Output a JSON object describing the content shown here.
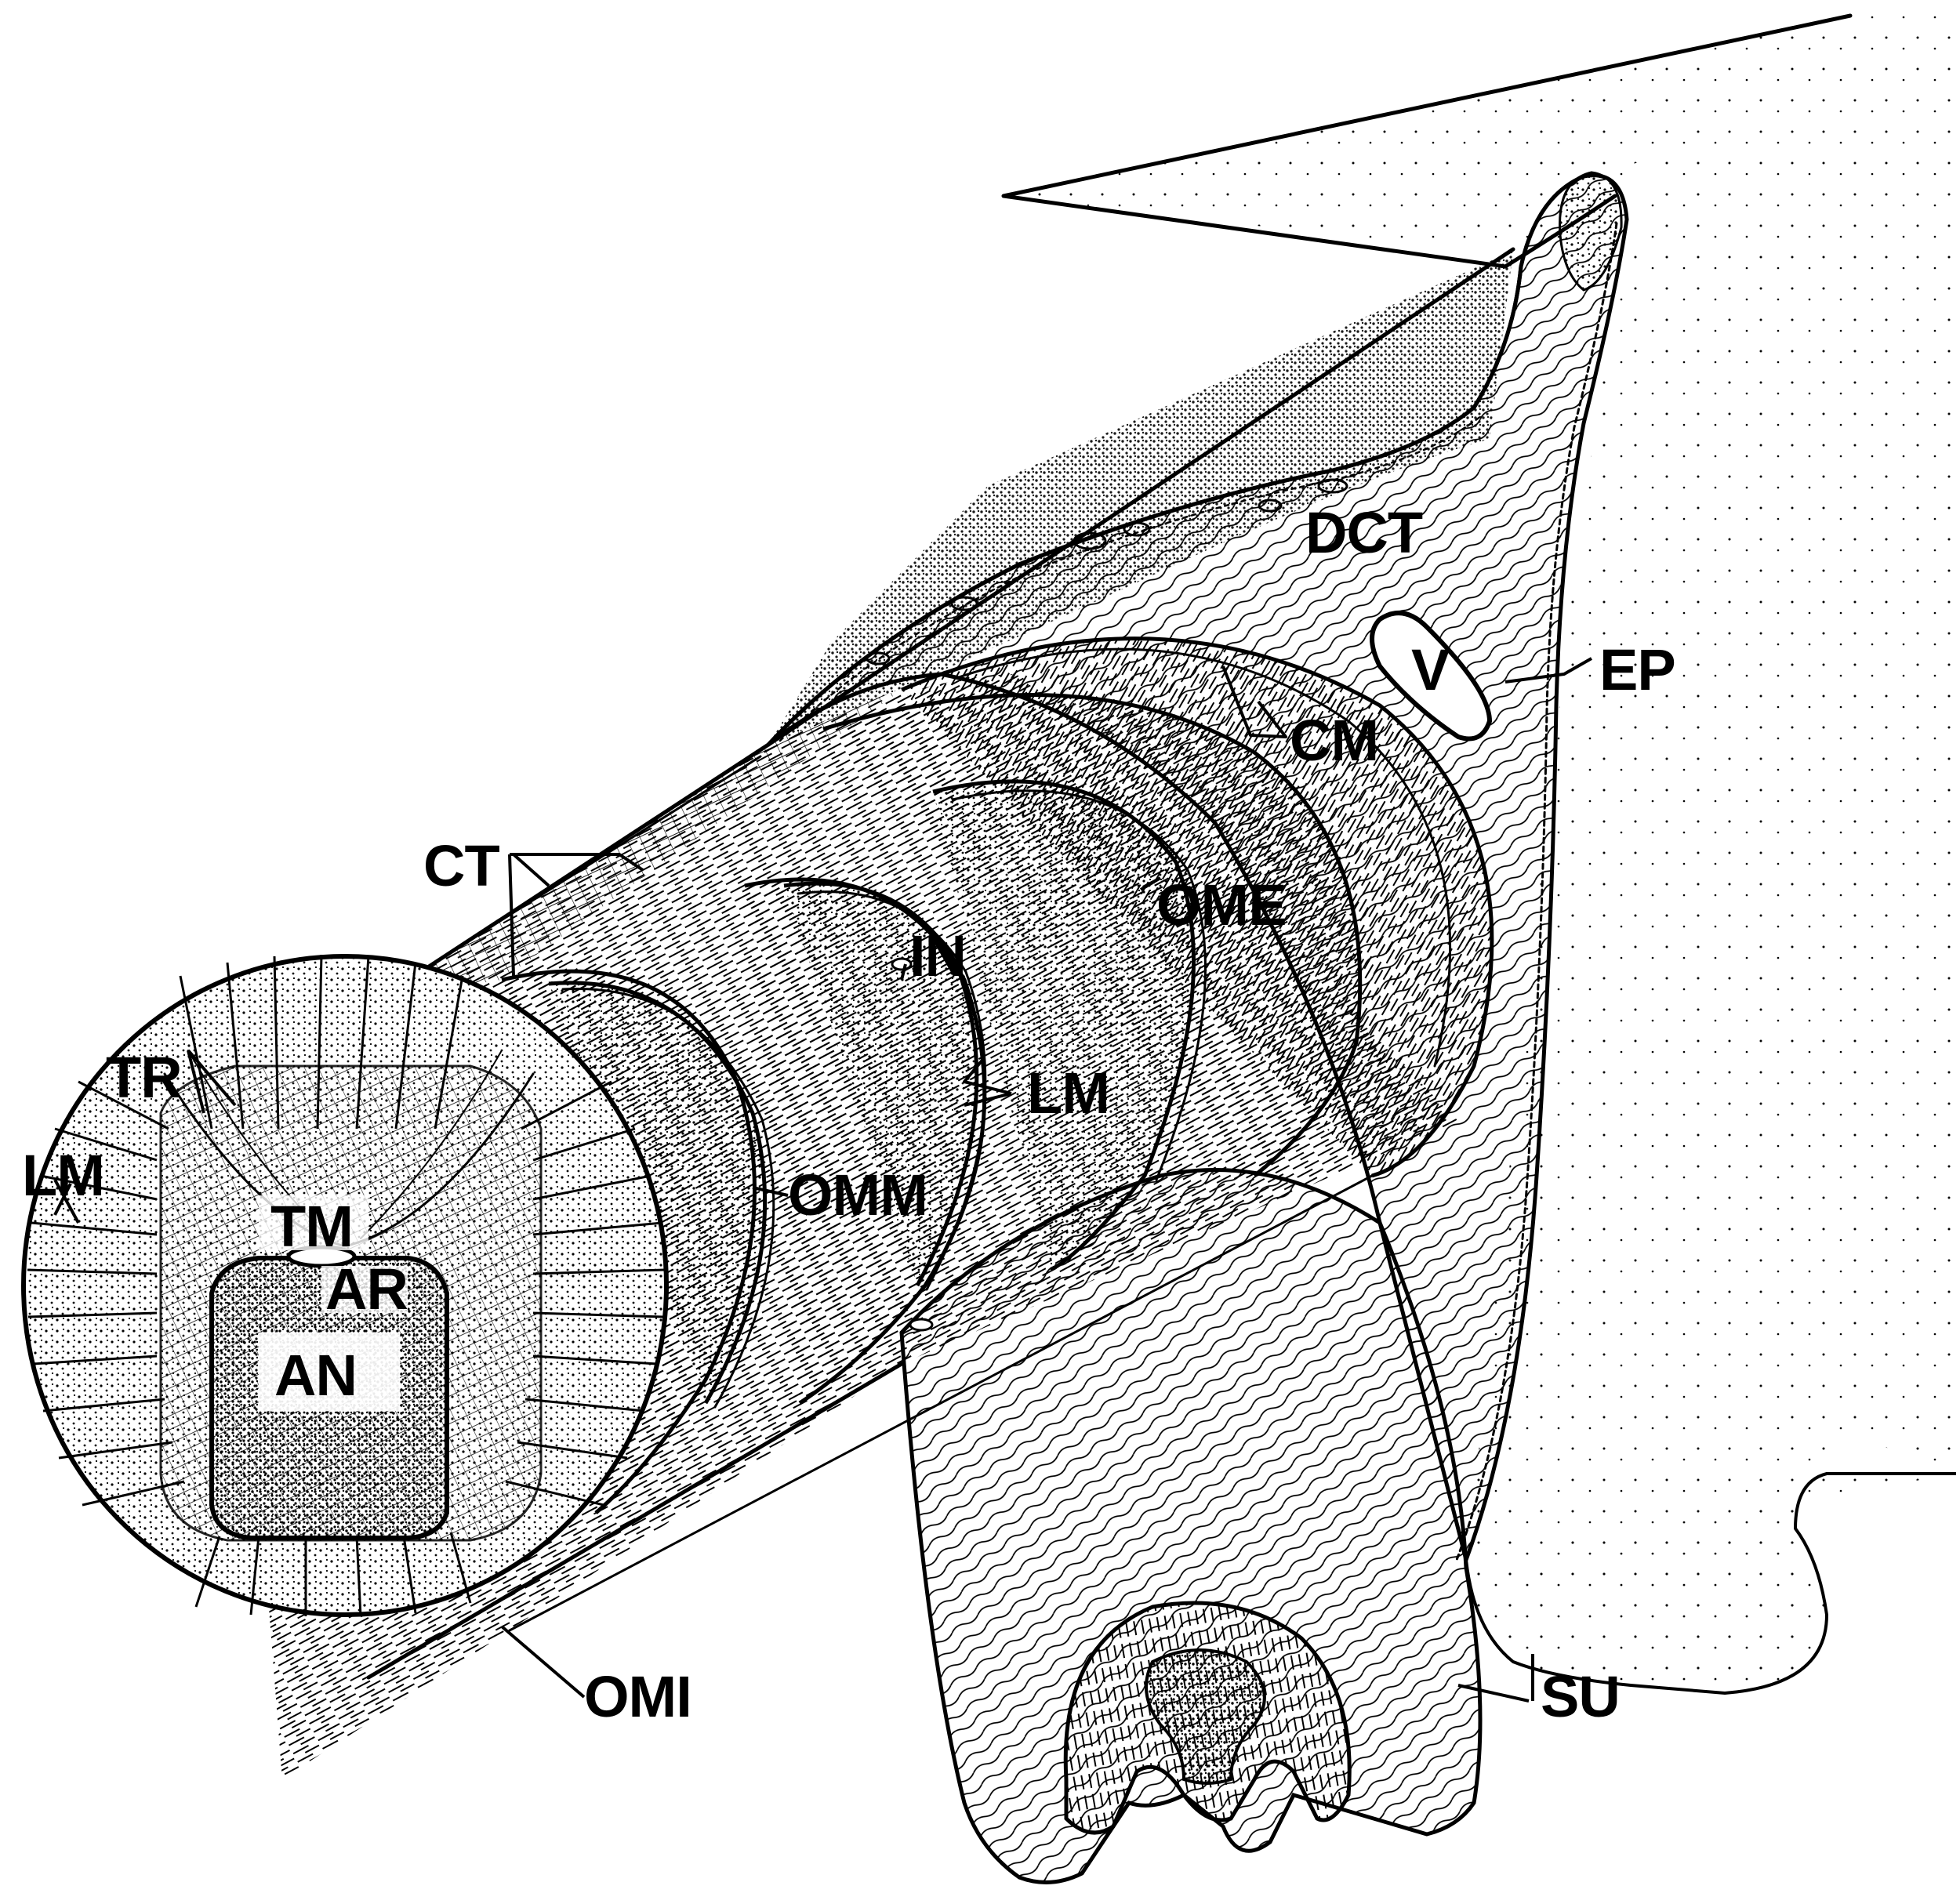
{
  "labels": {
    "dct": "DCT",
    "v": "V",
    "ep": "EP",
    "cm": "CM",
    "ct": "CT",
    "ome": "OME",
    "in": "IN",
    "lm_inner": "LM",
    "tr": "TR",
    "lm_outer": "LM",
    "omm": "OMM",
    "tm": "TM",
    "ar": "AR",
    "an": "AN",
    "omi": "OMI",
    "su": "SU"
  },
  "colors": {
    "ink": "#000000",
    "paper": "#ffffff"
  }
}
